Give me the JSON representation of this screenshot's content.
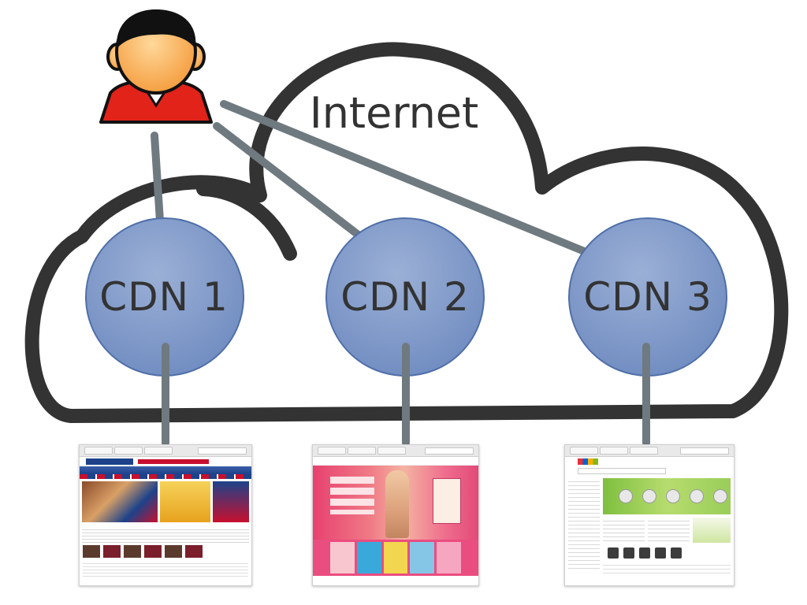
{
  "diagram": {
    "cloud_label": "Internet",
    "nodes": [
      {
        "id": "cdn-1",
        "label": "CDN 1"
      },
      {
        "id": "cdn-2",
        "label": "CDN 2"
      },
      {
        "id": "cdn-3",
        "label": "CDN 3"
      }
    ],
    "user": {
      "icon": "user-icon"
    },
    "websites": [
      {
        "id": "site-1",
        "icon": "website-screenshot-icon"
      },
      {
        "id": "site-2",
        "icon": "website-screenshot-icon"
      },
      {
        "id": "site-3",
        "icon": "website-screenshot-icon"
      }
    ],
    "colors": {
      "cloud_outline": "#333333",
      "node_fill": "#7f98c6",
      "node_stroke": "#4f6fa8",
      "connector": "#6f7a80",
      "user_shirt": "#e2231a",
      "user_skin": "#f6a24a"
    }
  }
}
